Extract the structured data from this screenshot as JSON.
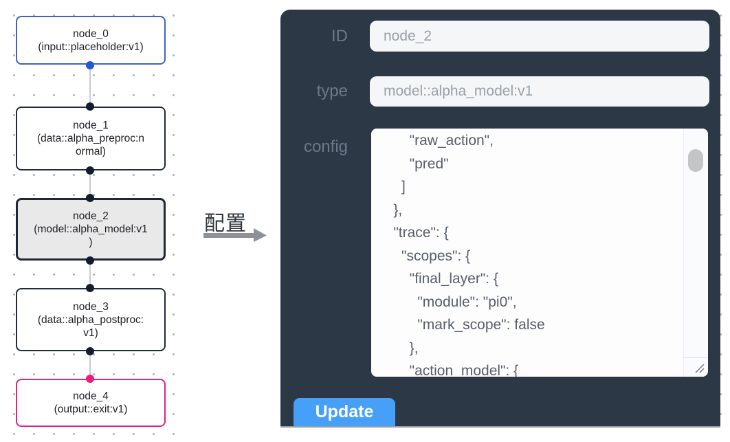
{
  "flow": {
    "nodes": [
      {
        "id": "node_0",
        "title": "node_0",
        "subtitle": "(input::placeholder:v1)",
        "accent": "#3c63c6",
        "selected": false
      },
      {
        "id": "node_1",
        "title": "node_1",
        "subtitle": "(data::alpha_preproc:n\normal)",
        "accent": "#222b3c",
        "selected": false
      },
      {
        "id": "node_2",
        "title": "node_2",
        "subtitle": "(model::alpha_model:v1\n)",
        "accent": "#1f2737",
        "selected": true
      },
      {
        "id": "node_3",
        "title": "node_3",
        "subtitle": "(data::alpha_postproc:\nv1)",
        "accent": "#222b3c",
        "selected": false
      },
      {
        "id": "node_4",
        "title": "node_4",
        "subtitle": "(output::exit:v1)",
        "accent": "#ec1d7c",
        "selected": false
      }
    ]
  },
  "annotation": {
    "label": "配置"
  },
  "panel": {
    "id_field": {
      "label": "ID",
      "value": "node_2"
    },
    "type_field": {
      "label": "type",
      "value": "model::alpha_model:v1"
    },
    "config_field": {
      "label": "config",
      "value": "        \"raw_action\",\n        \"pred\"\n      ]\n    },\n    \"trace\": {\n      \"scopes\": {\n        \"final_layer\": {\n          \"module\": \"pi0\",\n          \"mark_scope\": false\n        },\n        \"action_model\": {"
    },
    "update_button_label": "Update"
  },
  "colors": {
    "panel_bg": "#2d3847",
    "node_border": "#222b3c",
    "node_accent_blue": "#3c63c6",
    "node_accent_pink": "#ec1d7c",
    "selected_node_fill": "#e9e9ea",
    "port_blue": "#2158d8",
    "port_dark": "#141c2e",
    "port_pink": "#ec1d7c",
    "update_button_blue": "#46a0f8",
    "arrow_gray": "#8e9298"
  }
}
